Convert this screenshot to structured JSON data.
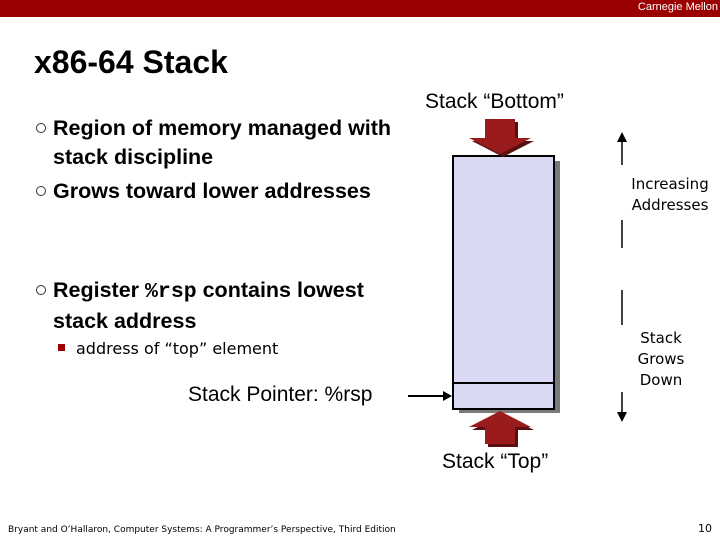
{
  "header": {
    "brand": "Carnegie Mellon"
  },
  "title": "x86-64 Stack",
  "bullets": [
    {
      "text": "Region of memory managed with stack discipline"
    },
    {
      "text": "Grows toward lower addresses"
    },
    {
      "text_before": "Register ",
      "code": "%rsp",
      "text_after": " contains lowest stack address"
    }
  ],
  "sub_bullet": "address of “top” element",
  "diagram": {
    "stack_bottom_label": "Stack “Bottom”",
    "stack_top_label": "Stack “Top”",
    "stack_pointer_label": "Stack Pointer: %rsp",
    "increasing_label_1": "Increasing",
    "increasing_label_2": "Addresses",
    "grows_label_1": "Stack",
    "grows_label_2": "Grows",
    "grows_label_3": "Down",
    "colors": {
      "stack_fill": "#d9d9f3",
      "arrow_fill": "#9a1b1b",
      "accent": "#9a0000"
    }
  },
  "footer": {
    "citation": "Bryant and O’Hallaron, Computer Systems: A Programmer’s Perspective, Third Edition",
    "page": "10"
  }
}
